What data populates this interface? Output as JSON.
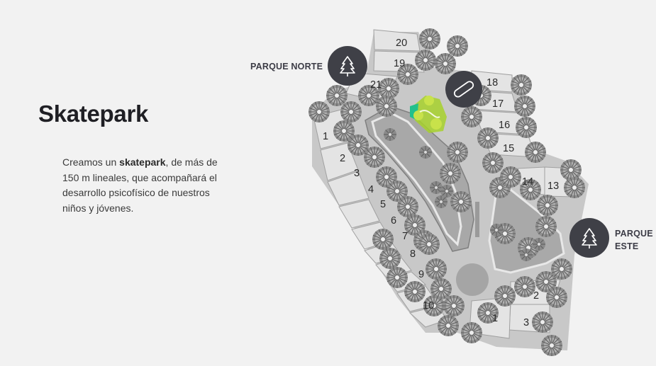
{
  "section": {
    "title": "Skatepark",
    "description": {
      "before": "Creamos un ",
      "bold": "skatepark",
      "after": ", de más de 150 m lineales, que acompañará el desarrollo psicofísico de nuestros niños y jóvenes."
    }
  },
  "map": {
    "labels": {
      "north_park": "PARQUE NORTE",
      "east_park_line1": "PARQUE",
      "east_park_line2": "ESTE"
    },
    "icons": {
      "north_park": "tree-icon",
      "skatepark": "skateboard-icon",
      "east_park": "tree-icon"
    },
    "lots": [
      "1",
      "2",
      "3",
      "4",
      "5",
      "6",
      "7",
      "8",
      "9",
      "10",
      "13",
      "14",
      "15",
      "16",
      "17",
      "18",
      "19",
      "20",
      "21",
      "1",
      "2",
      "3"
    ],
    "colors": {
      "badge": "#3f4047",
      "highlight_green": "#a7d12b",
      "highlight_teal": "#22c08b",
      "lot_fill": "#e2e2e2",
      "park_fill": "#a9a9a9"
    }
  }
}
